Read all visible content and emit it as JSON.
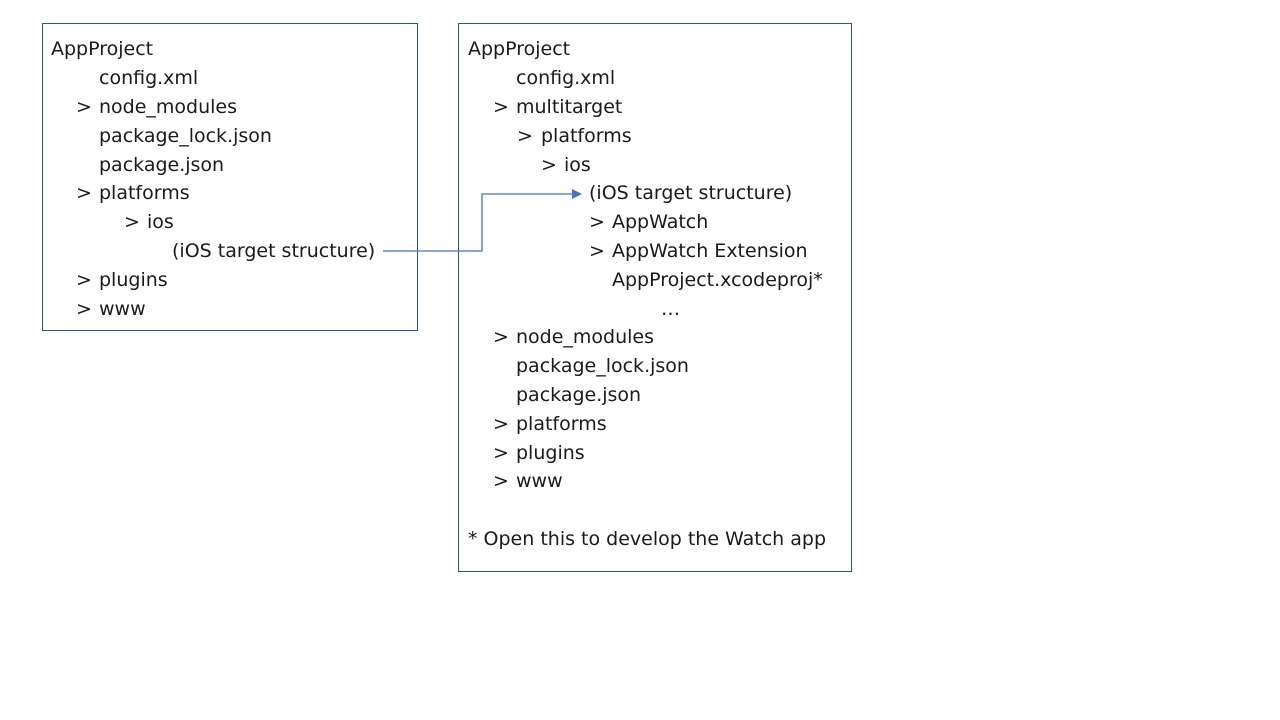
{
  "left_tree": {
    "root": "AppProject",
    "config": "config.xml",
    "node_modules": "node_modules",
    "package_lock": "package_lock.json",
    "package": "package.json",
    "platforms": "platforms",
    "ios": "ios",
    "ios_structure": "(iOS target structure)",
    "plugins": "plugins",
    "www": "www"
  },
  "right_tree": {
    "root": "AppProject",
    "config": "config.xml",
    "multitarget": "multitarget",
    "platforms_inner": "platforms",
    "ios": "ios",
    "ios_structure": "(iOS target structure)",
    "appwatch": "AppWatch",
    "appwatch_ext": "AppWatch Extension",
    "xcodeproj": "AppProject.xcodeproj*",
    "ellipsis": "…",
    "node_modules": "node_modules",
    "package_lock": "package_lock.json",
    "package": "package.json",
    "platforms": "platforms",
    "plugins": "plugins",
    "www": "www",
    "footnote": "* Open this to develop the Watch app"
  },
  "chevron": ">",
  "colors": {
    "border": "#2f5496",
    "arrow": "#4472c4"
  }
}
